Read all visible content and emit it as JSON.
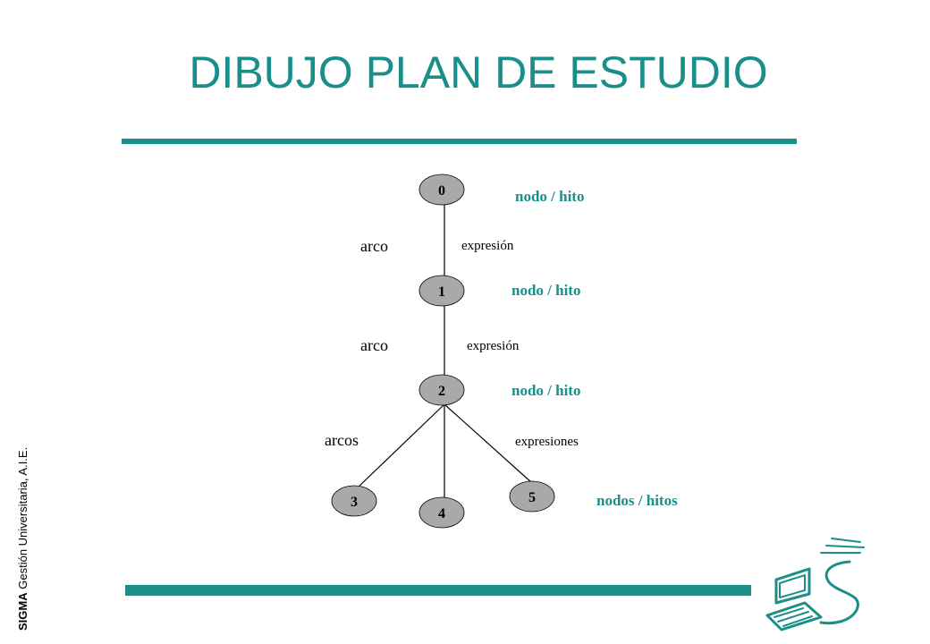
{
  "title": "DIBUJO PLAN DE ESTUDIO",
  "brand": {
    "name": "SIGMA",
    "subtitle": "Gestión Universitaria, A.I.E."
  },
  "colors": {
    "accent": "#1a8f8a",
    "node_fill": "#a9a9a9"
  },
  "diagram": {
    "nodes": [
      {
        "id": "0",
        "label": "0"
      },
      {
        "id": "1",
        "label": "1"
      },
      {
        "id": "2",
        "label": "2"
      },
      {
        "id": "3",
        "label": "3"
      },
      {
        "id": "4",
        "label": "4"
      },
      {
        "id": "5",
        "label": "5"
      }
    ],
    "edges": [
      {
        "from": "0",
        "to": "1"
      },
      {
        "from": "1",
        "to": "2"
      },
      {
        "from": "2",
        "to": "3"
      },
      {
        "from": "2",
        "to": "4"
      },
      {
        "from": "2",
        "to": "5"
      }
    ],
    "labels": {
      "node_label_0": "nodo / hito",
      "node_label_1": "nodo / hito",
      "node_label_2": "nodo / hito",
      "nodes_label_leaves": "nodos / hitos",
      "arc_label_1": "arco",
      "arc_label_2": "arco",
      "arcs_label": "arcos",
      "expr_label_1": "expresión",
      "expr_label_2": "expresión",
      "exprs_label": "expresiones"
    }
  }
}
